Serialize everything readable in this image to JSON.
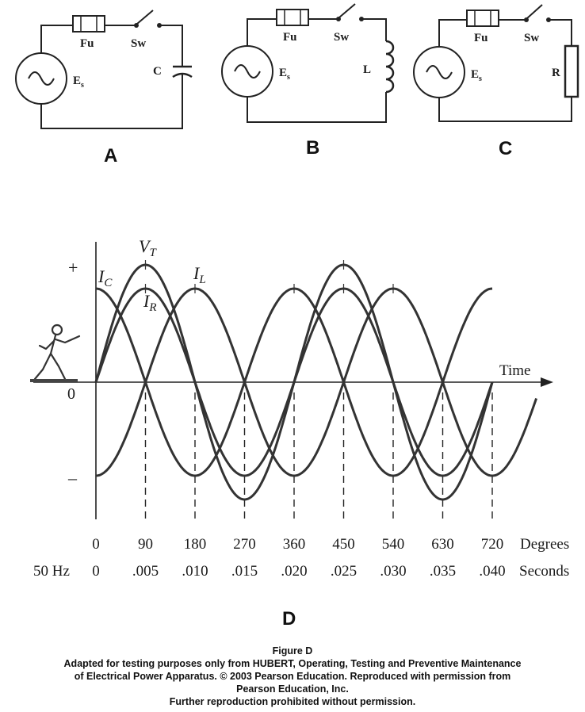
{
  "circuits": [
    {
      "letter": "A",
      "fuse": "Fu",
      "switch": "Sw",
      "source": "E",
      "source_sub": "s",
      "element": "C",
      "element_type": "capacitor"
    },
    {
      "letter": "B",
      "fuse": "Fu",
      "switch": "Sw",
      "source": "E",
      "source_sub": "s",
      "element": "L",
      "element_type": "inductor"
    },
    {
      "letter": "C",
      "fuse": "Fu",
      "switch": "Sw",
      "source": "E",
      "source_sub": "s",
      "element": "R",
      "element_type": "resistor"
    }
  ],
  "waveform": {
    "letter": "D",
    "plus": "+",
    "minus": "–",
    "zero": "0",
    "time_label": "Time",
    "curves": [
      {
        "main": "V",
        "sub": "T"
      },
      {
        "main": "I",
        "sub": "C"
      },
      {
        "main": "I",
        "sub": "L"
      },
      {
        "main": "I",
        "sub": "R"
      }
    ],
    "degrees": [
      "0",
      "90",
      "180",
      "270",
      "360",
      "450",
      "540",
      "630",
      "720"
    ],
    "degrees_label": "Degrees",
    "frequency": "50 Hz",
    "seconds": [
      "0",
      ".005",
      ".010",
      ".015",
      ".020",
      ".025",
      ".030",
      ".035",
      ".040"
    ],
    "seconds_label": "Seconds"
  },
  "caption": {
    "title": "Figure D",
    "lines": [
      "Adapted for testing purposes only from HUBERT, Operating, Testing and Preventive Maintenance",
      "of Electrical Power Apparatus. © 2003 Pearson Education. Reproduced with permission from",
      "Pearson Education, Inc.",
      "Further reproduction prohibited without permission."
    ]
  }
}
